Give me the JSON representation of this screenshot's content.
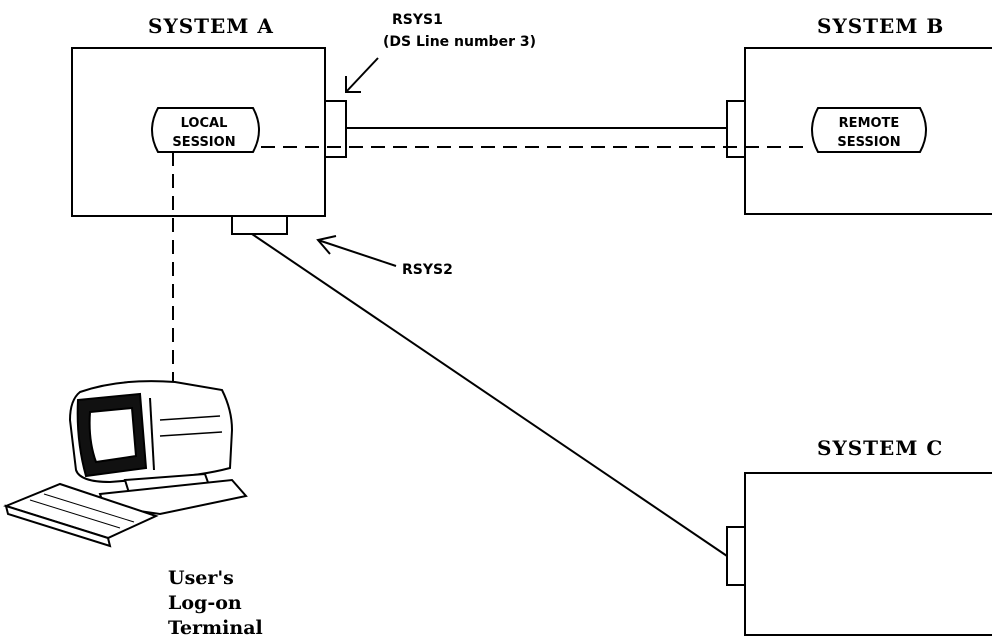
{
  "system_a": {
    "title": "SYSTEM A",
    "session": {
      "line1": "LOCAL",
      "line2": "SESSION"
    }
  },
  "system_b": {
    "title": "SYSTEM B",
    "session": {
      "line1": "REMOTE",
      "line2": "SESSION"
    }
  },
  "system_c": {
    "title": "SYSTEM C"
  },
  "labels": {
    "rsys1_line1": "RSYS1",
    "rsys1_line2": "(DS Line number 3)",
    "rsys2": "RSYS2"
  },
  "terminal": {
    "line1": "User's",
    "line2": "Log-on",
    "line3": "Terminal"
  }
}
